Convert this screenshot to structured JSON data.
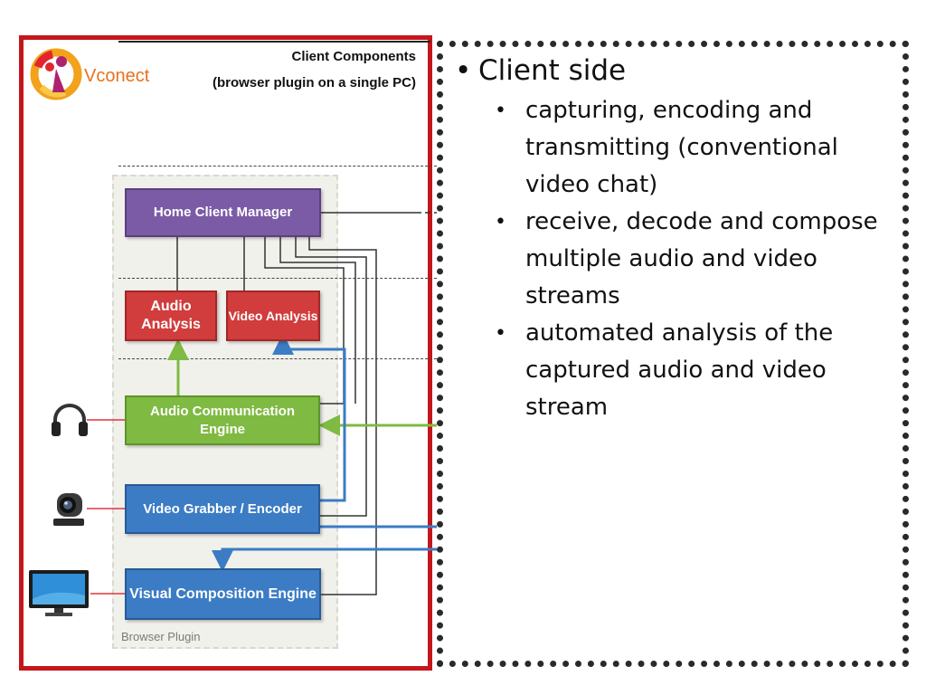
{
  "header": {
    "brand": "Vconect",
    "title": "Client Components",
    "subtitle": "(browser plugin on a single PC)"
  },
  "diagram": {
    "blocks": {
      "home_client_manager": "Home Client Manager",
      "audio_analysis": "Audio Analysis",
      "video_analysis": "Video Analysis",
      "audio_engine": "Audio Communication Engine",
      "video_grabber": "Video Grabber / Encoder",
      "visual_composition": "Visual Composition Engine"
    },
    "container_label": "Browser Plugin",
    "devices": [
      "headphones-icon",
      "camera-icon",
      "monitor-icon"
    ],
    "colors": {
      "manager": "#7b5aa6",
      "analysis": "#d13c3c",
      "audio": "#7fba42",
      "video": "#3b7cc4",
      "frame": "#c4161c"
    }
  },
  "bullets": {
    "main": "Client side",
    "items": [
      "capturing, encoding and transmitting (conventional video chat)",
      "receive, decode and compose multiple audio and video streams",
      "automated analysis of the captured audio and video stream"
    ]
  }
}
